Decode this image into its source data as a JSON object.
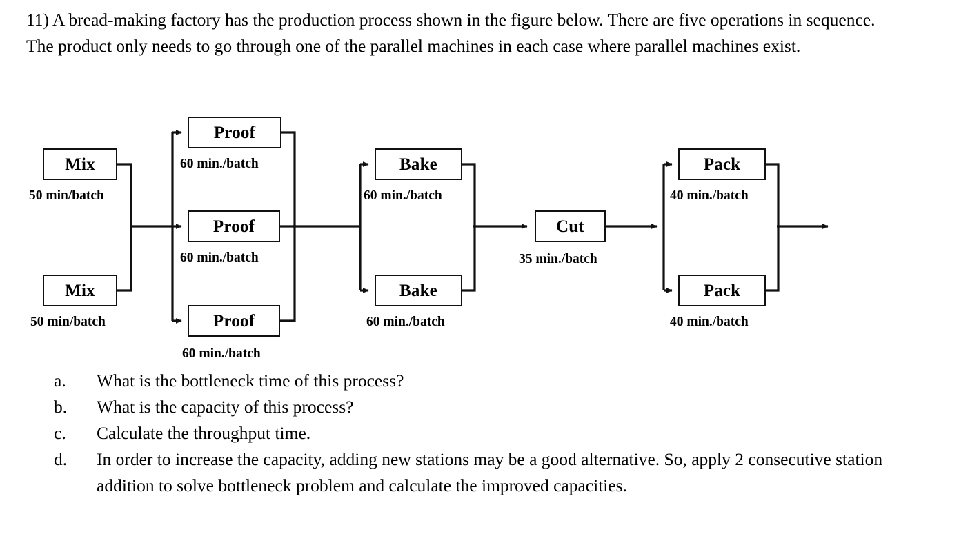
{
  "problem": {
    "text": "11) A bread-making factory has the production process shown in the figure below. There are five operations in sequence. The product only needs to go through one of the parallel machines in each case where parallel machines exist."
  },
  "figure": {
    "title": "bread-making production process flow diagram",
    "line_color": "#111111",
    "box_fill": "#ffffff",
    "stations": [
      {
        "id": "mix-1",
        "label": "Mix",
        "caption": "50 min/batch"
      },
      {
        "id": "mix-2",
        "label": "Mix",
        "caption": "50 min/batch"
      },
      {
        "id": "proof-1",
        "label": "Proof",
        "caption": "60 min./batch"
      },
      {
        "id": "proof-2",
        "label": "Proof",
        "caption": "60 min./batch"
      },
      {
        "id": "proof-3",
        "label": "Proof",
        "caption": "60 min./batch"
      },
      {
        "id": "bake-1",
        "label": "Bake",
        "caption": "60 min./batch"
      },
      {
        "id": "bake-2",
        "label": "Bake",
        "caption": "60 min./batch"
      },
      {
        "id": "cut-1",
        "label": "Cut",
        "caption": "35 min./batch"
      },
      {
        "id": "pack-1",
        "label": "Pack",
        "caption": "40 min./batch"
      },
      {
        "id": "pack-2",
        "label": "Pack",
        "caption": "40 min./batch"
      }
    ]
  },
  "questions": [
    {
      "marker": "a.",
      "text": "What is the bottleneck time of this process?"
    },
    {
      "marker": "b.",
      "text": "What is the capacity of this process?"
    },
    {
      "marker": "c.",
      "text": "Calculate the throughput time."
    },
    {
      "marker": "d.",
      "text": "In order to increase the capacity, adding new stations may be a good alternative. So, apply 2 consecutive station addition to solve bottleneck problem and calculate the improved capacities."
    }
  ]
}
